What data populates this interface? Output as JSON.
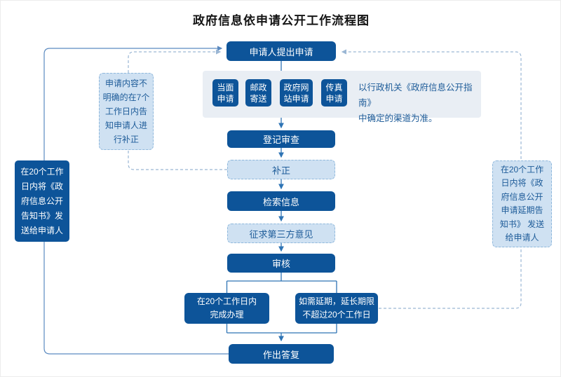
{
  "title": "政府信息依申请公开工作流程图",
  "colors": {
    "dark_blue": "#0d5499",
    "light_fill": "#cfe1f2",
    "light_dashed_border": "#8fb8dc",
    "panel_bg": "#e9eef4",
    "connector": "#2e74b5",
    "loop_line": "#5b8ac0",
    "dashed_line": "#9ab6d4",
    "note_text": "#1e5c99"
  },
  "flow": {
    "apply": "申请人提出申请",
    "channels": [
      "当面\n申请",
      "邮政\n寄送",
      "政府网\n站申请",
      "传真\n申请"
    ],
    "channel_rule": "以行政机关《政府信息公开指南》\n中确定的渠道为准。",
    "register": "登记审查",
    "supplement": "补正",
    "search": "检索信息",
    "third_party": "征求第三方意见",
    "review": "审核",
    "complete": "在20个工作日内\n完成办理",
    "extend": "如需延期，延长期限\n不超过20个工作日",
    "reply": "作出答复"
  },
  "notes": {
    "supplement_note": "申请内容不\n明确的在7个\n工作日内告\n知申请人进\n行补正",
    "notice_left": "在20个工作\n日内将《政\n府信息公开\n告知书》发\n送给申请人",
    "notice_right": "在20个工作\n日内将《政\n府信息公开\n申请延期告\n知书》 发送\n给申请人"
  }
}
